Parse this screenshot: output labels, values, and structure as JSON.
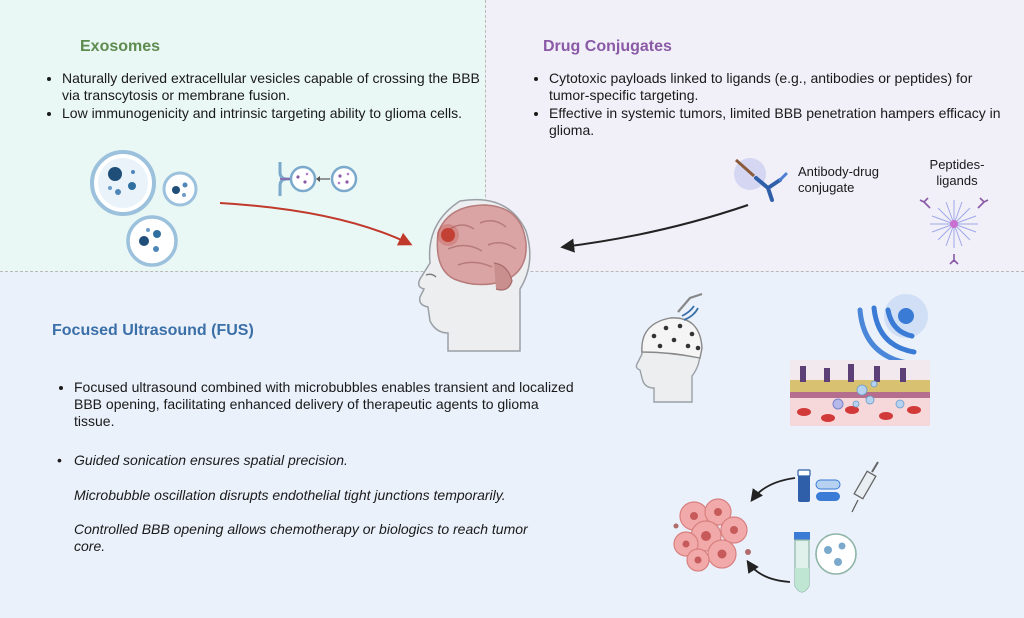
{
  "exosomes": {
    "title": "Exosomes",
    "bullets": [
      "Naturally derived extracellular vesicles capable of crossing the BBB via transcytosis or membrane fusion.",
      "Low immunogenicity and intrinsic targeting ability to glioma cells."
    ]
  },
  "drug_conjugates": {
    "title": "Drug Conjugates",
    "bullets": [
      "Cytotoxic payloads linked to ligands (e.g., antibodies or peptides) for tumor-specific targeting.",
      "Effective in systemic tumors, limited BBB penetration hampers efficacy in glioma."
    ],
    "labels": {
      "antibody": "Antibody-drug conjugate",
      "peptides": "Peptides-ligands"
    }
  },
  "fus": {
    "title": "Focused Ultrasound (FUS)",
    "bullets": [
      "Focused ultrasound combined with microbubbles enables transient and localized BBB opening, facilitating enhanced delivery of therapeutic agents to glioma tissue."
    ],
    "notes": [
      "Guided sonication ensures spatial precision.",
      "Microbubble oscillation disrupts endothelial tight junctions temporarily.",
      "Controlled BBB opening allows chemotherapy or biologics to reach tumor core."
    ]
  },
  "colors": {
    "exosomes_bg": "#e9f7f5",
    "drug_bg": "#f1eff8",
    "fus_bg": "#eaf1fb",
    "exosomes_title": "#5e8c4f",
    "drug_title": "#8a5aa6",
    "fus_title": "#3b6fa8",
    "exosome_arrow": "#c0392b",
    "drug_arrow": "#222222"
  },
  "icons": [
    "exosome-vesicle-icon",
    "membrane-fusion-icon",
    "brain-head-icon",
    "antibody-drug-conjugate-icon",
    "peptide-ligand-icon",
    "eeg-cap-head-icon",
    "ultrasound-waves-icon",
    "bbb-tissue-icon",
    "drug-capsule-icon",
    "syringe-icon",
    "tumor-cells-icon",
    "test-tube-icon"
  ]
}
